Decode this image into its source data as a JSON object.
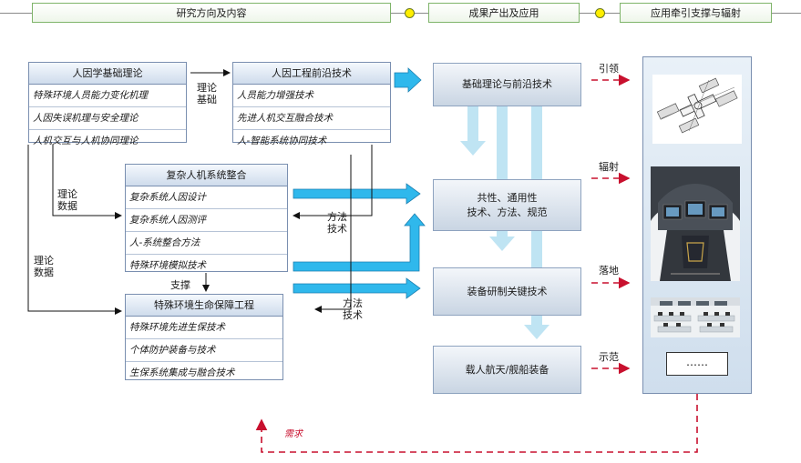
{
  "header": {
    "tabs": [
      "研究方向及内容",
      "成果产出及应用",
      "应用牵引支撑与辐射"
    ]
  },
  "groups": {
    "basic_theory": {
      "title": "人因学基础理论",
      "items": [
        "特殊环境人员能力变化机理",
        "人因失误机理与安全理论",
        "人机交互与人机协同理论"
      ]
    },
    "frontier_tech": {
      "title": "人因工程前沿技术",
      "items": [
        "人员能力增强技术",
        "先进人机交互融合技术",
        "人-智能系统协同技术"
      ]
    },
    "system_integration": {
      "title": "复杂人机系统整合",
      "items": [
        "复杂系统人因设计",
        "复杂系统人因测评",
        "人-系统整合方法",
        "特殊环境模拟技术"
      ]
    },
    "life_support": {
      "title": "特殊环境生命保障工程",
      "items": [
        "特殊环境先进生保技术",
        "个体防护装备与技术",
        "生保系统集成与融合技术"
      ]
    }
  },
  "outcomes": {
    "basic_frontier": "基础理论与前沿技术",
    "common_line1": "共性、通用性",
    "common_line2": "技术、方法、规范",
    "equipment_dev": "装备研制关键技术",
    "spacecraft": "载人航天/舰船装备"
  },
  "labels": {
    "theory_basis": [
      "理论",
      "基础"
    ],
    "theory_data_1": [
      "理论",
      "数据"
    ],
    "theory_data_2": [
      "理论",
      "数据"
    ],
    "method_tech_1": [
      "方法",
      "技术"
    ],
    "method_tech_2": [
      "方法",
      "技术"
    ],
    "support": "支撑",
    "demand": "需求",
    "guide": "引领",
    "radiate": "辐射",
    "landing": "落地",
    "demonstrate": "示范"
  },
  "application_panel": {
    "images": [
      "space-station-image",
      "cockpit-image",
      "control-room-image"
    ],
    "more": "……"
  },
  "colors": {
    "accent_arrow": "#2fb8ec",
    "light_arrow": "#bfe4f3",
    "dashed_red": "#c8102e",
    "tab_border": "#7fb46a",
    "timeline_dot": "#ffee00"
  }
}
